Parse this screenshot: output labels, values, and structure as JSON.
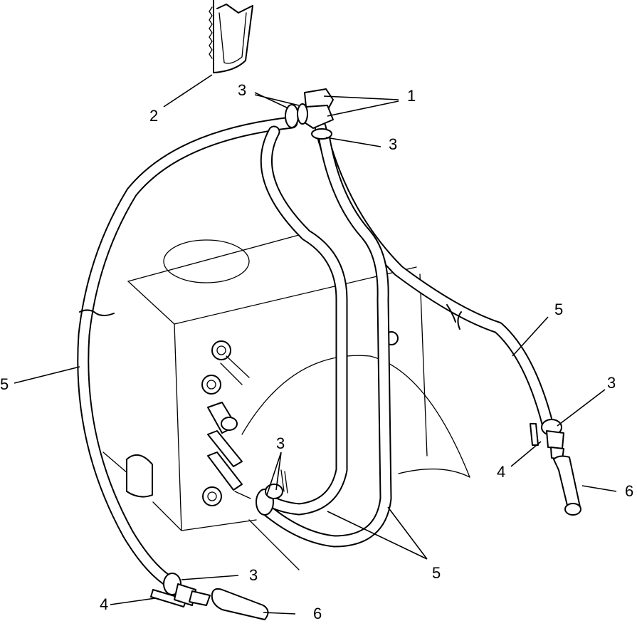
{
  "callouts": {
    "part_1": "1",
    "part_2": "2",
    "part_3": "3",
    "part_4": "4",
    "part_5": "5",
    "part_6": "6"
  },
  "colors": {
    "line": "#000000",
    "background": "#ffffff"
  }
}
